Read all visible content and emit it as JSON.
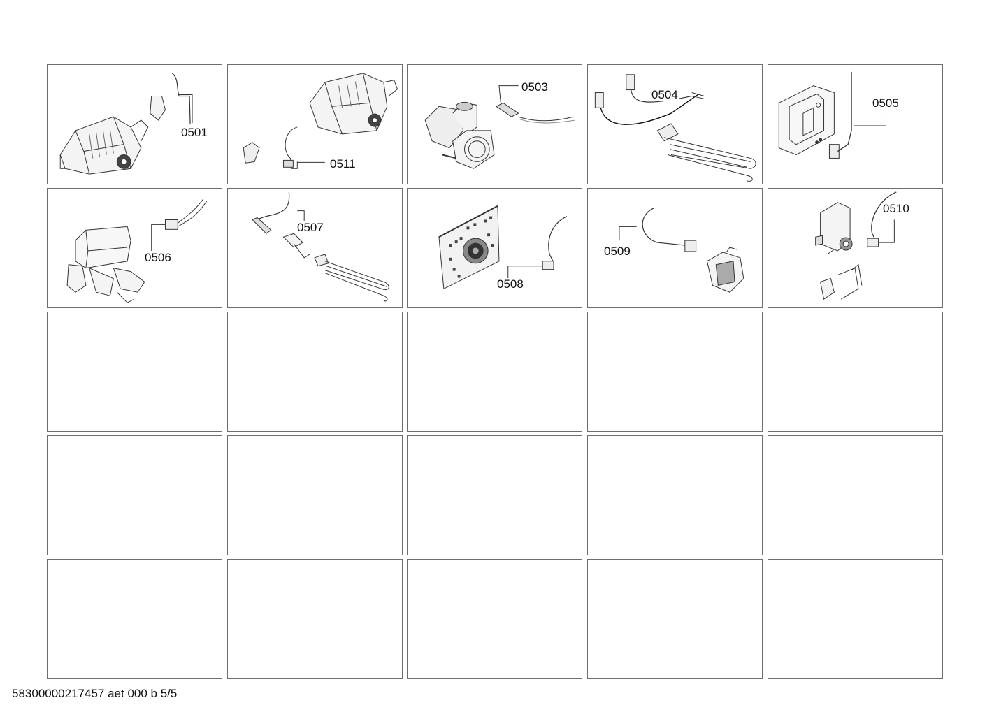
{
  "cells": [
    {
      "label": "0501",
      "part": "motor"
    },
    {
      "label": "0511",
      "part": "motor"
    },
    {
      "label": "0503",
      "part": "pump"
    },
    {
      "label": "0504",
      "part": "heater"
    },
    {
      "label": "0505",
      "part": "control-module"
    },
    {
      "label": "0506",
      "part": "valve"
    },
    {
      "label": "0507",
      "part": "heater"
    },
    {
      "label": "0508",
      "part": "circuit-board"
    },
    {
      "label": "0509",
      "part": "pressure-switch"
    },
    {
      "label": "0510",
      "part": "solenoid-valve"
    }
  ],
  "footer": {
    "text": "58300000217457 aet 000 b 5/5"
  }
}
